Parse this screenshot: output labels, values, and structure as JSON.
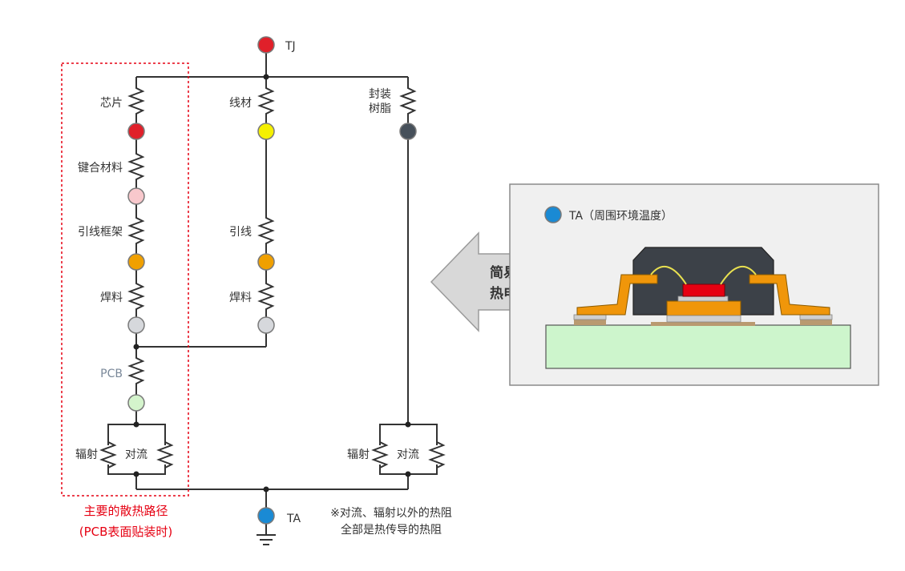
{
  "nodes": {
    "tj": "TJ",
    "ta": "TA"
  },
  "left_branch": {
    "chip": "芯片",
    "bonding": "键合材料",
    "leadframe": "引线框架",
    "solder": "焊料",
    "pcb": "PCB",
    "radiation": "辐射",
    "convection": "对流"
  },
  "middle_branch": {
    "wire": "线材",
    "lead": "引线",
    "solder": "焊料"
  },
  "right_branch": {
    "resin_line1": "封装",
    "resin_line2": "树脂",
    "radiation": "辐射",
    "convection": "对流"
  },
  "main_path": {
    "line1": "主要的散热路径",
    "line2": "(PCB表面贴装时)"
  },
  "note": {
    "line1": "※对流、辐射以外的热阻",
    "line2": "全部是热传导的热阻"
  },
  "arrow": {
    "line1": "简易稳态",
    "line2": "热电路网"
  },
  "package_panel": {
    "ambient_label": "TA（周围环境温度）"
  },
  "colors": {
    "tj_node": "#e0202a",
    "chip_node": "#e0202a",
    "wire_node": "#f5f000",
    "resin_node": "#46505a",
    "bonding_node": "#f8c8cc",
    "leadframe_node": "#f0a000",
    "solder_node": "#d6d8dc",
    "pcb_node": "#d4f4cc",
    "ta_node": "#1a8ad4",
    "highlight_red": "#e60012",
    "pcb_board": "#cdf5cc",
    "package_body": "#3c4148",
    "lead_orange": "#f0960a"
  }
}
